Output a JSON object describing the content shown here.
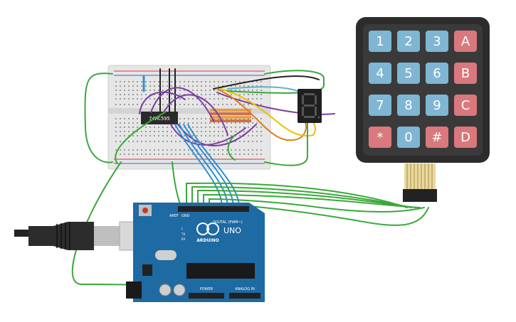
{
  "breadboard": {
    "chip_label": "74HC595"
  },
  "seven_segment": {
    "digit": "8"
  },
  "keypad": {
    "keys": [
      {
        "label": "1",
        "kind": "num"
      },
      {
        "label": "2",
        "kind": "num"
      },
      {
        "label": "3",
        "kind": "num"
      },
      {
        "label": "A",
        "kind": "fn"
      },
      {
        "label": "4",
        "kind": "num"
      },
      {
        "label": "5",
        "kind": "num"
      },
      {
        "label": "6",
        "kind": "num"
      },
      {
        "label": "B",
        "kind": "fn"
      },
      {
        "label": "7",
        "kind": "num"
      },
      {
        "label": "8",
        "kind": "num"
      },
      {
        "label": "9",
        "kind": "num"
      },
      {
        "label": "C",
        "kind": "fn"
      },
      {
        "label": "*",
        "kind": "fn"
      },
      {
        "label": "0",
        "kind": "num"
      },
      {
        "label": "#",
        "kind": "fn"
      },
      {
        "label": "D",
        "kind": "fn"
      }
    ]
  },
  "arduino": {
    "logo_text": "ARDUINO",
    "model": "UNO",
    "digital_label": "DIGITAL (PWM~)",
    "power_label": "POWER",
    "analog_label": "ANALOG IN",
    "tx_label": "TX",
    "rx_label": "RX",
    "l_label": "L",
    "gnd_label": "GND",
    "aref_label": "AREF"
  },
  "colors": {
    "wire_green": "#3aa83a",
    "wire_blue": "#2f8fd0",
    "wire_purple": "#7b3fa0",
    "wire_orange": "#e07b1a",
    "wire_yellow": "#e6c200",
    "wire_black": "#222222",
    "board_blue": "#1e6aa3",
    "key_num": "#7fb6d3",
    "key_fn": "#d9787d"
  }
}
